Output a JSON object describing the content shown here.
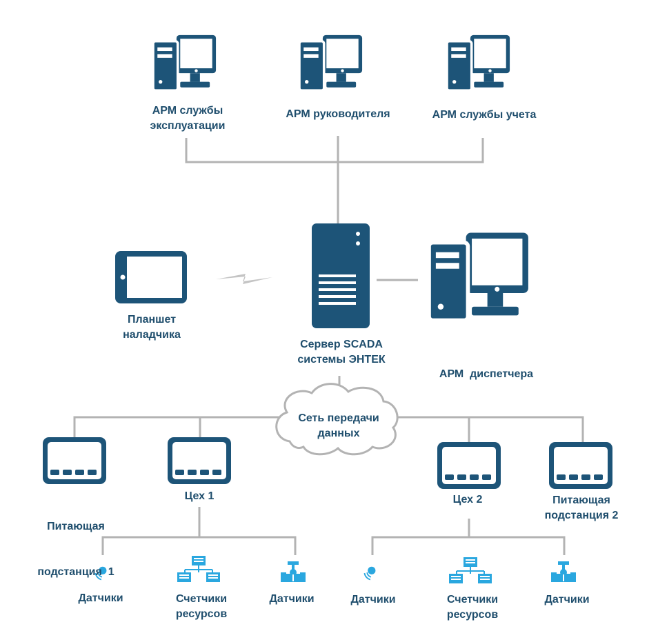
{
  "colors": {
    "primary": "#1d5478",
    "accent": "#2aa7df",
    "line": "#b3b3b3",
    "text": "#1f4e6d"
  },
  "workstations": [
    {
      "icon": "desktop-computer-icon",
      "label": [
        "АРМ службы",
        "эксплуатации"
      ]
    },
    {
      "icon": "desktop-computer-icon",
      "label": [
        "АРМ руководителя"
      ]
    },
    {
      "icon": "desktop-computer-icon",
      "label": [
        "АРМ службы учета"
      ]
    }
  ],
  "tablet": {
    "icon": "tablet-icon",
    "label": [
      "Планшет",
      "наладчика"
    ]
  },
  "server": {
    "icon": "server-icon",
    "label": [
      "Сервер SCADA",
      "системы ЭНТЕК"
    ]
  },
  "dispatcher": {
    "icon": "desktop-computer-icon",
    "label": [
      "АРМ  диспетчера"
    ]
  },
  "network": {
    "icon": "cloud-icon",
    "label": [
      "Сеть передачи",
      "данных"
    ]
  },
  "controllers": [
    {
      "icon": "controller-icon",
      "label": [
        "Питающая",
        "подстанция  1"
      ]
    },
    {
      "icon": "controller-icon",
      "label": [
        "Цех 1"
      ]
    },
    {
      "icon": "controller-icon",
      "label": [
        "Цех 2"
      ]
    },
    {
      "icon": "controller-icon",
      "label": [
        "Питающая",
        "подстанция 2"
      ]
    }
  ],
  "devices": [
    {
      "icon": "wireless-sensor-icon",
      "label": [
        "Датчики"
      ]
    },
    {
      "icon": "resource-meters-icon",
      "label": [
        "Счетчики",
        "ресурсов"
      ]
    },
    {
      "icon": "valve-sensor-icon",
      "label": [
        "Датчики"
      ]
    },
    {
      "icon": "wireless-sensor-icon",
      "label": [
        "Датчики"
      ]
    },
    {
      "icon": "resource-meters-icon",
      "label": [
        "Счетчики",
        "ресурсов"
      ]
    },
    {
      "icon": "valve-sensor-icon",
      "label": [
        "Датчики"
      ]
    }
  ]
}
